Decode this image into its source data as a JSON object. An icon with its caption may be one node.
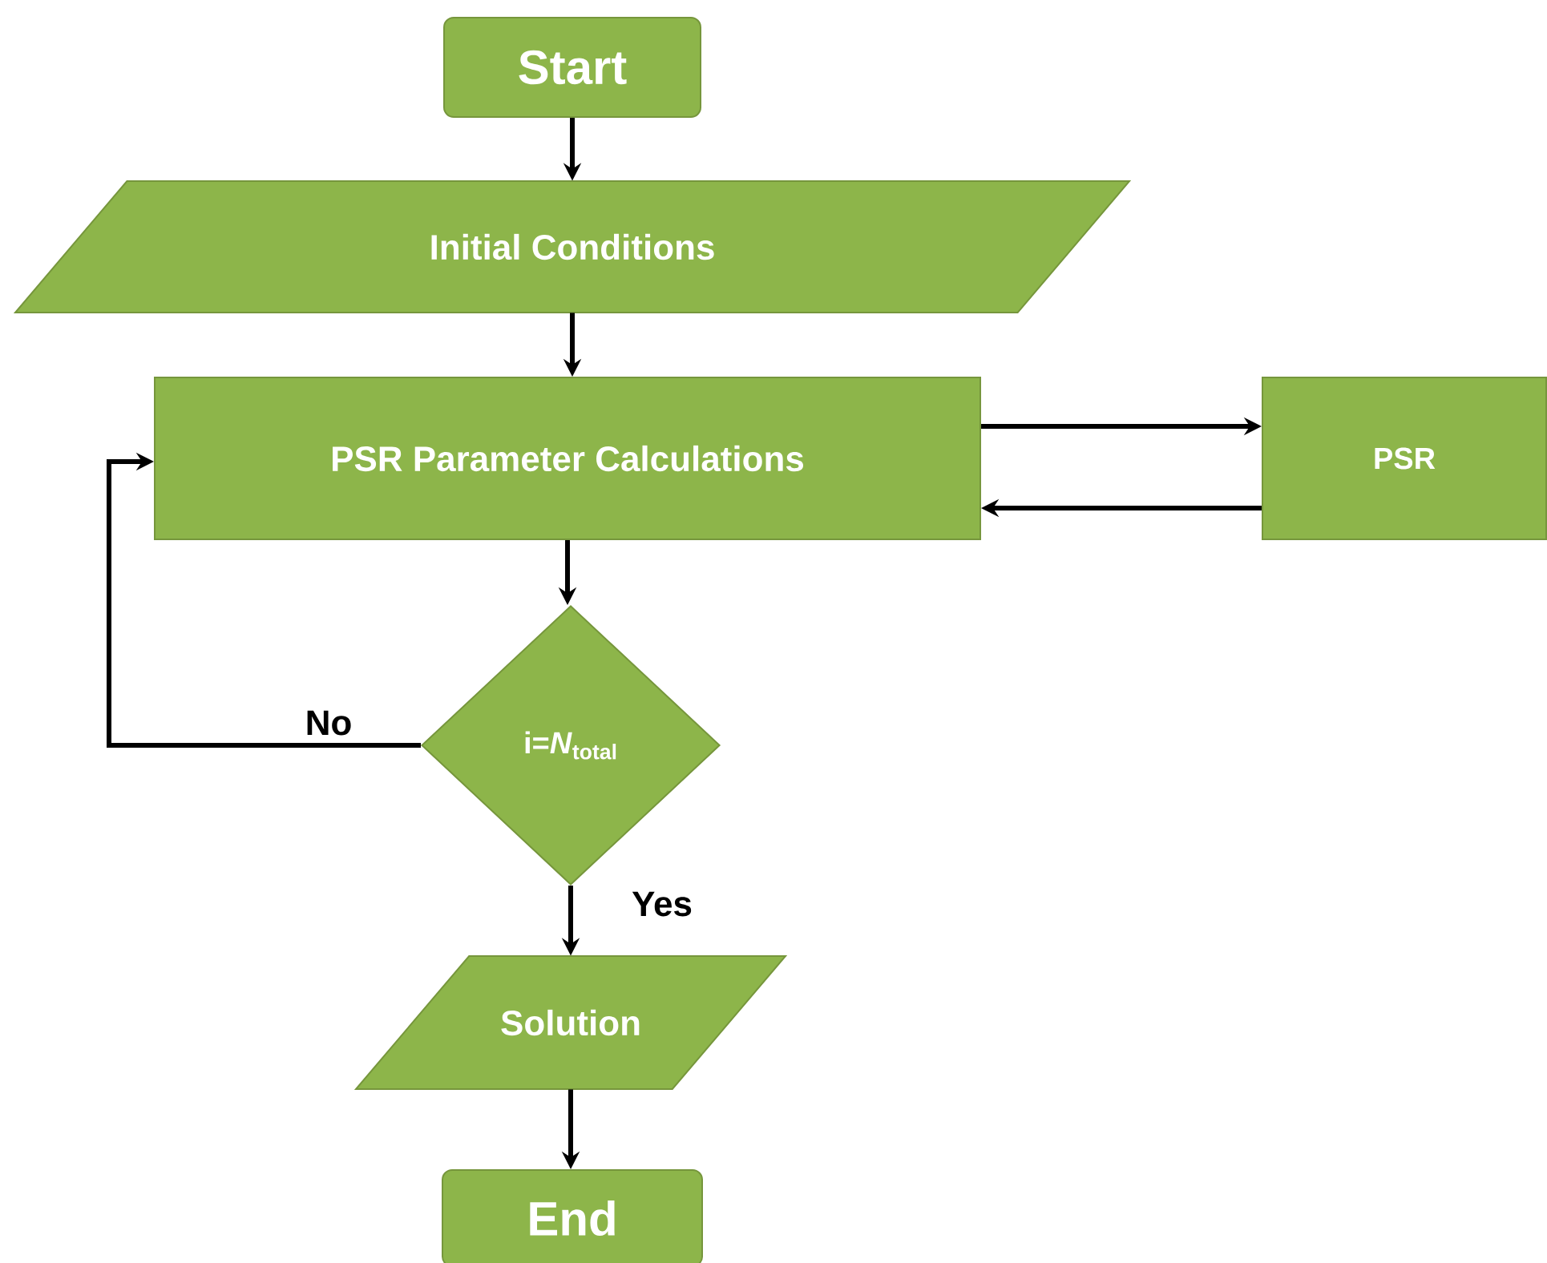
{
  "diagram": {
    "nodes": [
      {
        "text": [
          "Start"
        ]
      },
      {
        "text": [
          "Initial Conditions"
        ]
      },
      {
        "text": [
          "PSR Parameter Calculations"
        ]
      },
      {
        "text": [
          "PSR"
        ]
      },
      {
        "text": [
          "i=*N*$_{total}$"
        ]
      },
      {
        "text": [
          "Solution"
        ]
      },
      {
        "text": [
          "End"
        ]
      }
    ],
    "edges": [
      {
        "from": 0,
        "to": 1,
        "arrow": "to"
      },
      {
        "from": 1,
        "to": 2,
        "arrow": "to"
      },
      {
        "from": 2,
        "to": 3,
        "arrow": "to"
      },
      {
        "from": 3,
        "to": 2,
        "arrow": "to"
      },
      {
        "from": 2,
        "to": 4,
        "arrow": "to"
      },
      {
        "from": 4,
        "to": 2,
        "arrow": "to",
        "label": "No"
      },
      {
        "from": 4,
        "to": 5,
        "arrow": "to",
        "label": "Yes"
      },
      {
        "from": 5,
        "to": 6,
        "arrow": "to"
      }
    ]
  }
}
